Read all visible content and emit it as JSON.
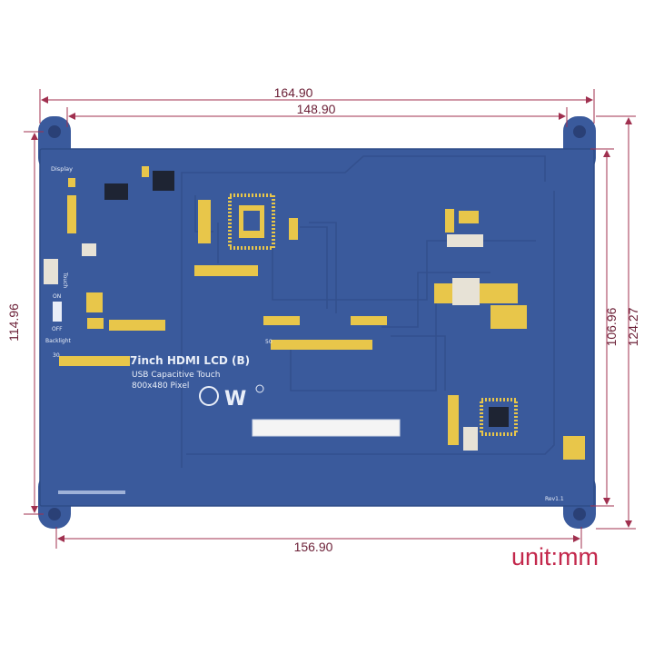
{
  "dimensions": {
    "overall_width": "164.90",
    "hole_spacing_top": "148.90",
    "bottom_width": "156.90",
    "left_height": "114.96",
    "right_inner_height": "106.96",
    "right_outer_height": "124.27"
  },
  "unit_label": "unit:mm",
  "board": {
    "title": "7inch HDMI LCD (B)",
    "subtitle": "USB  Capacitive Touch",
    "resolution": "800x480 Pixel",
    "display_label": "Display",
    "touch_label": "Touch",
    "on_label": "ON",
    "off_label": "OFF",
    "backlight_label": "Backlight",
    "pin30_label": "30",
    "pin50_label": "50",
    "revision": "Rev1.1"
  },
  "colors": {
    "board": "#3a5a9c",
    "board_edge": "#2e4c88",
    "dimension_line": "#a0304f",
    "unit_text": "#c3284c",
    "gold": "#e8c64a"
  }
}
